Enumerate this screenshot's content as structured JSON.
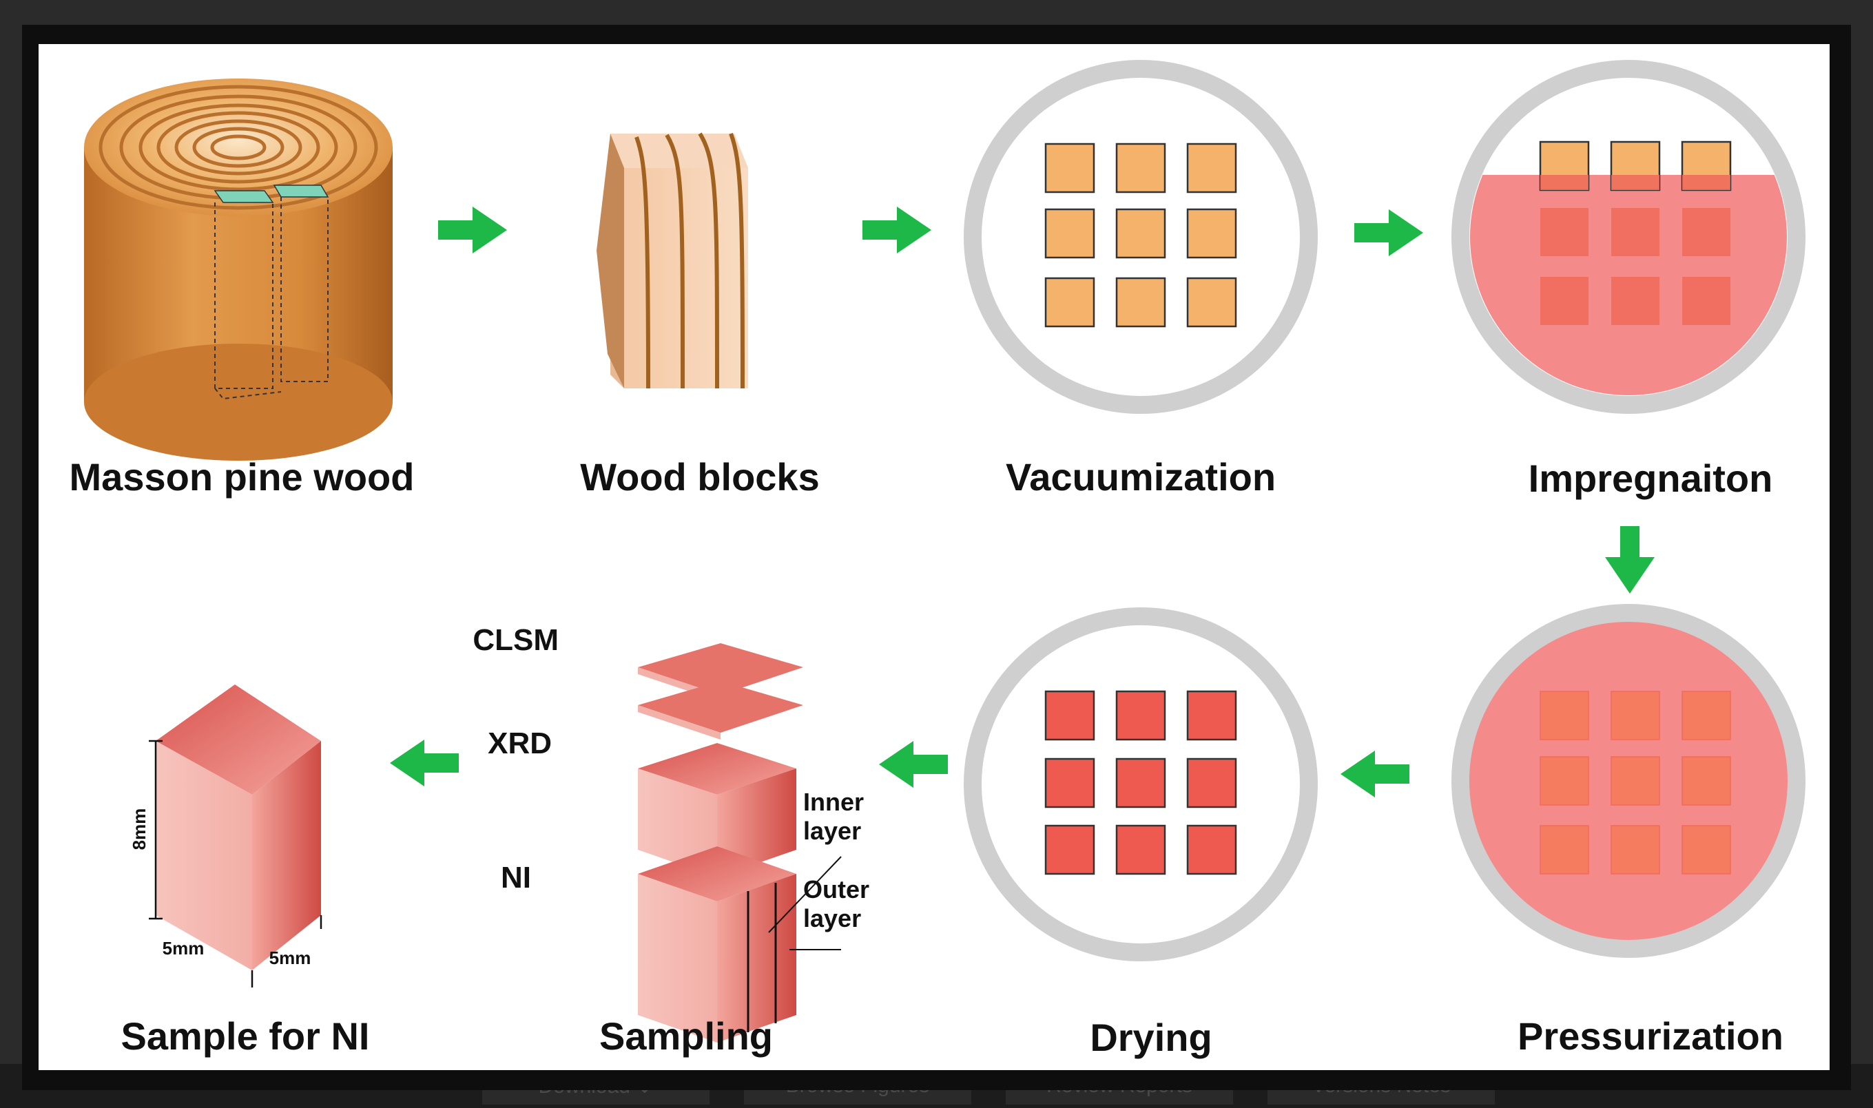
{
  "background_buttons": [
    {
      "id": "download",
      "label": "Download ⌄"
    },
    {
      "id": "browse",
      "label": "Browse Figures"
    },
    {
      "id": "review",
      "label": "Review Reports"
    },
    {
      "id": "versions",
      "label": "Versions Notes"
    }
  ],
  "steps": {
    "masson_pine_wood": "Masson pine wood",
    "wood_blocks": "Wood blocks",
    "vacuumization": "Vacuumization",
    "impregnation": "Impregnaiton",
    "pressurization": "Pressurization",
    "drying": "Drying",
    "sampling": "Sampling",
    "sample_for_ni": "Sample for NI"
  },
  "sampling_labels": {
    "clsm": "CLSM",
    "xrd": "XRD",
    "ni": "NI",
    "inner_layer_1": "Inner",
    "inner_layer_2": "layer",
    "outer_layer_1": "Outer",
    "outer_layer_2": "layer"
  },
  "dimensions": {
    "height": "8mm",
    "width_left": "5mm",
    "width_right": "5mm"
  },
  "colors": {
    "arrow": "#1db847",
    "wood": "#d98a3a",
    "resin": "#f58a8a",
    "vessel": "#cfcfcf",
    "block_dry": "#f5b26b",
    "block_impregnated": "#f06b5c",
    "sample": "#e9877c"
  }
}
